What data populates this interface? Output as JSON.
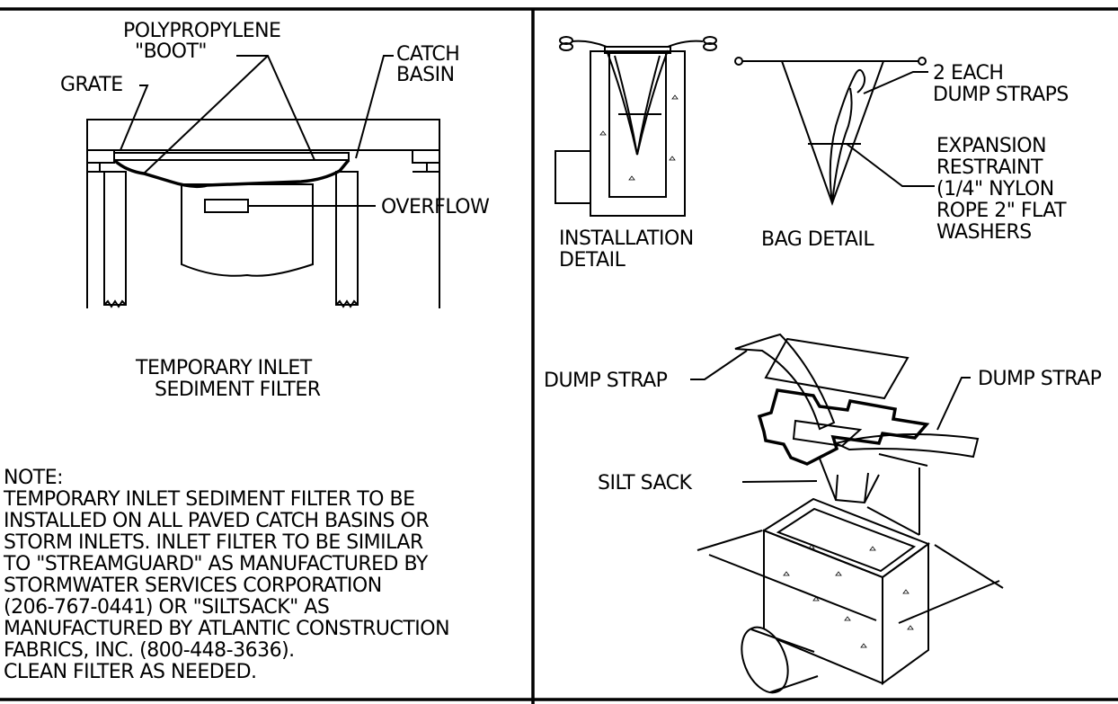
{
  "left_panel": {
    "labels": {
      "boot": [
        "POLYPROPYLENE",
        "\"BOOT\""
      ],
      "catch_basin": [
        "CATCH",
        "BASIN"
      ],
      "grate": "GRATE",
      "overflow": "OVERFLOW"
    },
    "caption": [
      "TEMPORARY INLET",
      "SEDIMENT FILTER"
    ],
    "note": [
      "NOTE:",
      "TEMPORARY INLET SEDIMENT FILTER TO BE",
      "INSTALLED ON ALL PAVED CATCH BASINS OR",
      "STORM INLETS. INLET FILTER TO BE SIMILAR",
      "TO \"STREAMGUARD\" AS MANUFACTURED BY",
      "STORMWATER SERVICES CORPORATION",
      "(206-767-0441) OR \"SILTSACK\" AS",
      "MANUFACTURED BY ATLANTIC CONSTRUCTION",
      "FABRICS, INC. (800-448-3636).",
      "CLEAN FILTER AS NEEDED."
    ]
  },
  "right_panel": {
    "installation_detail": [
      "INSTALLATION",
      "DETAIL"
    ],
    "bag_detail": "BAG DETAIL",
    "dump_straps_note": [
      "2 EACH",
      "DUMP STRAPS"
    ],
    "expansion_restraint": [
      "EXPANSION",
      "RESTRAINT",
      "(1/4\" NYLON",
      "ROPE 2\" FLAT",
      "WASHERS"
    ],
    "dump_strap_left": "DUMP STRAP",
    "dump_strap_right": "DUMP STRAP",
    "silt_sack": "SILT SACK"
  }
}
